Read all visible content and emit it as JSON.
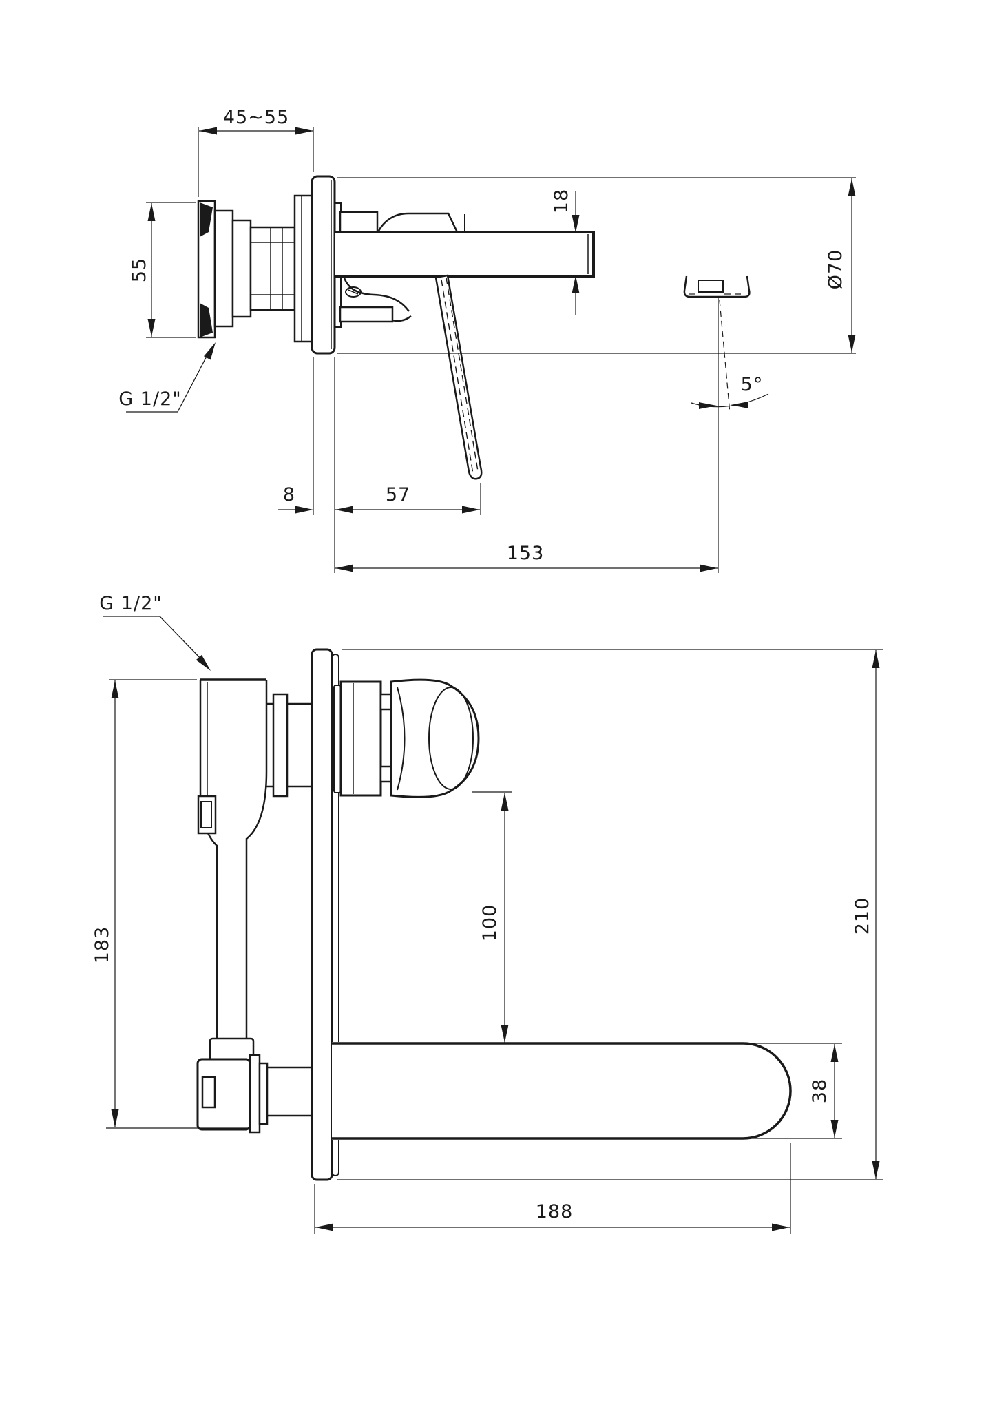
{
  "drawing": {
    "title": "wall-mounted-basin-mixer-dimension-drawing",
    "background": "#ffffff",
    "line_color": "#1a1a1a",
    "views": {
      "side_view": {
        "dims": {
          "wall_depth_range": "45~55",
          "rough_in_height": "55",
          "thread_label": "G 1/2\"",
          "plate_thickness": "8",
          "handle_offset": "57",
          "spout_reach": "153",
          "spout_thickness": "18",
          "escutcheon_diameter": "Ø70",
          "spout_angle": "5°"
        }
      },
      "front_view": {
        "dims": {
          "thread_label": "G 1/2\"",
          "rough_in_height": "183",
          "handle_to_spout": "100",
          "escutcheon_height": "210",
          "spout_width": "38",
          "spout_length": "188"
        }
      }
    }
  }
}
